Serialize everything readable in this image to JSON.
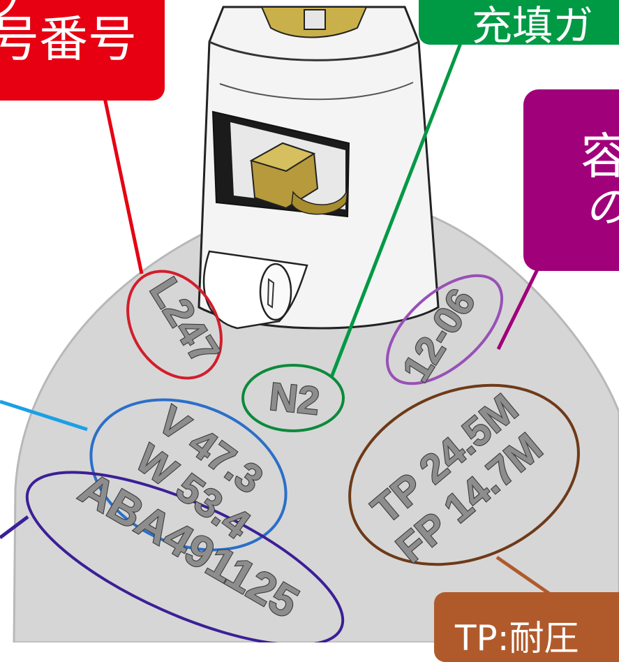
{
  "callouts": {
    "red": {
      "line1": "ラ",
      "line2": "号番号"
    },
    "green": {
      "line1": "充填ガ"
    },
    "purple": {
      "line1": "容",
      "line2": "の"
    },
    "brown": {
      "line1": "TP:耐圧"
    }
  },
  "stamps": {
    "serial_short": "L247",
    "gas": "N2",
    "date": "12-06",
    "volume": "V 47.3",
    "weight": "W 53.4",
    "test_pressure": "TP 24.5M",
    "fill_pressure": "FP 14.7M",
    "serial_long": "ABA491125"
  },
  "colors": {
    "red": "#e60012",
    "green": "#009944",
    "purple": "#a0007a",
    "brown": "#b05a2c",
    "blue": "#2a6fc9",
    "navy": "#3b1f96",
    "light_blue": "#1aa0e6",
    "cylinder": "#d6d6d6"
  }
}
